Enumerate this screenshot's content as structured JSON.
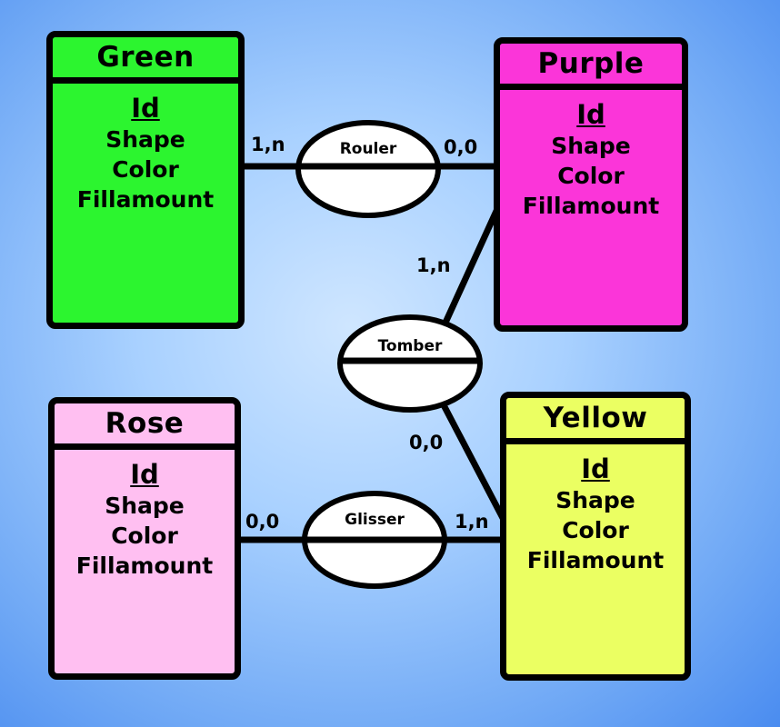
{
  "entities": [
    {
      "name": "Green",
      "attributes": [
        "Id",
        "Shape",
        "Color",
        "Fillamount"
      ],
      "color": "#2cf52f"
    },
    {
      "name": "Purple",
      "attributes": [
        "Id",
        "Shape",
        "Color",
        "Fillamount"
      ],
      "color": "#fb35d9"
    },
    {
      "name": "Rose",
      "attributes": [
        "Id",
        "Shape",
        "Color",
        "Fillamount"
      ],
      "color": "#ffbff1"
    },
    {
      "name": "Yellow",
      "attributes": [
        "Id",
        "Shape",
        "Color",
        "Fillamount"
      ],
      "color": "#ebff62"
    }
  ],
  "relationships": {
    "rouler": {
      "label": "Rouler",
      "cardinality_left": "1,n",
      "cardinality_right": "0,0"
    },
    "tomber": {
      "label": "Tomber",
      "cardinality_top": "1,n",
      "cardinality_bottom": "0,0"
    },
    "glisser": {
      "label": "Glisser",
      "cardinality_left": "0,0",
      "cardinality_right": "1,n"
    }
  }
}
